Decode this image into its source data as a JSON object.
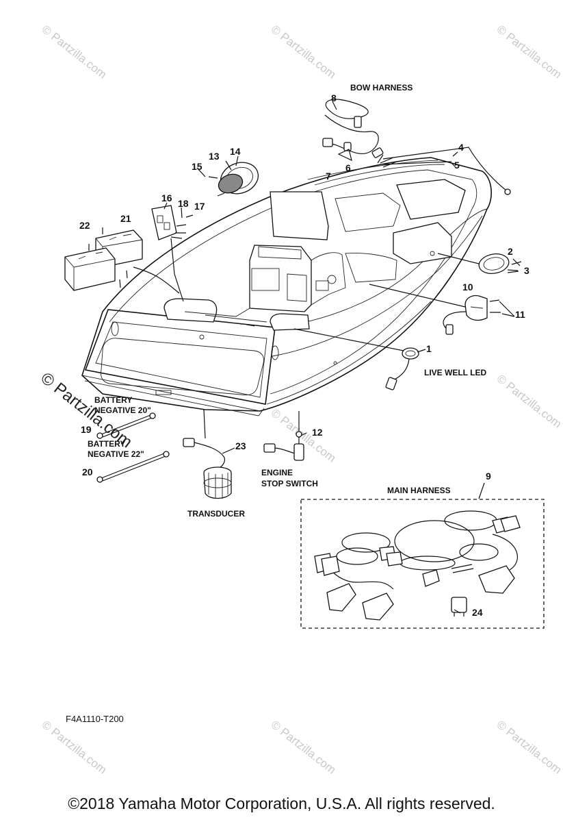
{
  "diagram": {
    "labels": {
      "bow_harness": "BOW HARNESS",
      "live_well_led": "LIVE WELL LED",
      "battery_negative_20_l1": "BATTERY",
      "battery_negative_20_l2": "NEGATIVE 20\"",
      "battery_negative_22_l1": "BATTERY",
      "battery_negative_22_l2": "NEGATIVE 22\"",
      "engine_stop_l1": "ENGINE",
      "engine_stop_l2": "STOP SWITCH",
      "transducer": "TRANSDUCER",
      "main_harness": "MAIN HARNESS"
    },
    "callouts": [
      "1",
      "2",
      "3",
      "4",
      "5",
      "6",
      "7",
      "8",
      "9",
      "10",
      "11",
      "12",
      "13",
      "14",
      "15",
      "16",
      "17",
      "18",
      "19",
      "20",
      "21",
      "22",
      "23",
      "24"
    ],
    "part_code": "F4A1110-T200",
    "watermark": "© Partzilla.com",
    "copyright": "©2018  Yamaha Motor Corporation, U.S.A. All rights reserved."
  }
}
